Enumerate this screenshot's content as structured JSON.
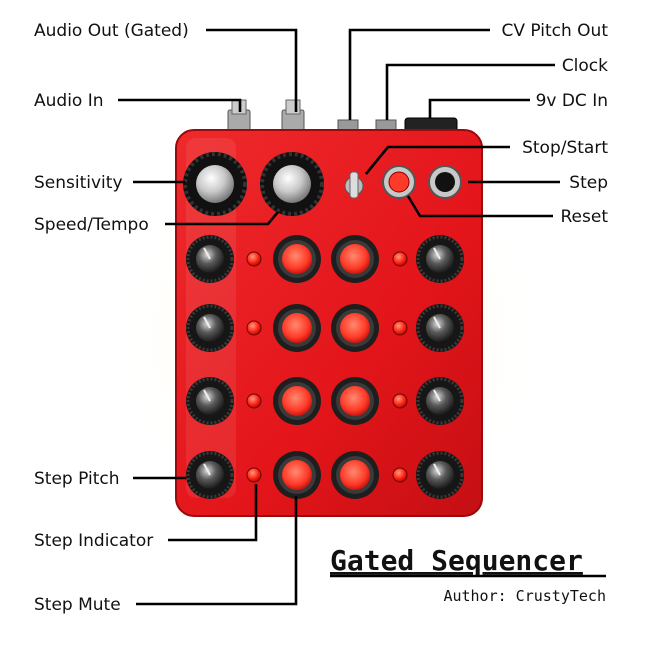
{
  "title": "Gated Sequencer",
  "author": "Author: CrustyTech",
  "labels": {
    "audio_out_gated": "Audio Out (Gated)",
    "audio_in": "Audio In",
    "sensitivity": "Sensitivity",
    "speed_tempo": "Speed/Tempo",
    "step_pitch": "Step Pitch",
    "step_indicator": "Step Indicator",
    "step_mute": "Step Mute",
    "cv_pitch_out": "CV Pitch Out",
    "clock": "Clock",
    "dc_in": "9v DC In",
    "stop_start": "Stop/Start",
    "step": "Step",
    "reset": "Reset"
  },
  "colors": {
    "enclosure": "#e5161b",
    "enclosure_dark": "#b40d10",
    "led": "#ff2a1a",
    "knob": "#1c1c1c",
    "button_ring": "#2a2a2a",
    "button_cap": "#ff4a3a"
  },
  "grid": {
    "rows": 4,
    "columns": 6
  }
}
